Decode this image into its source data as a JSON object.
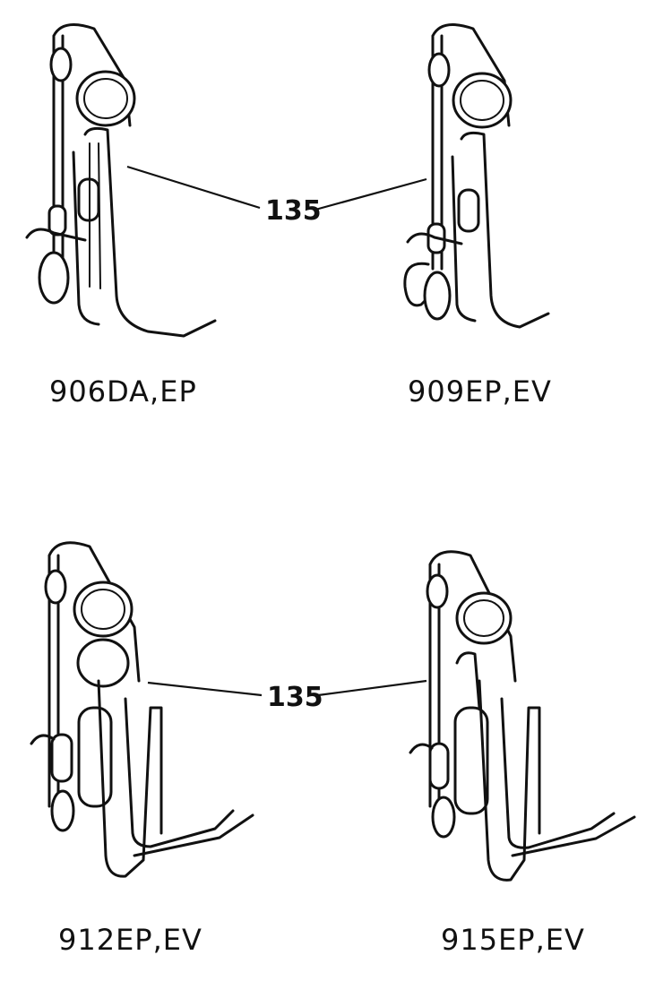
{
  "callout_number": "135",
  "assemblies": [
    {
      "model": "906DA,EP"
    },
    {
      "model": "909EP,EV"
    },
    {
      "model": "912EP,EV"
    },
    {
      "model": "915EP,EV"
    }
  ]
}
